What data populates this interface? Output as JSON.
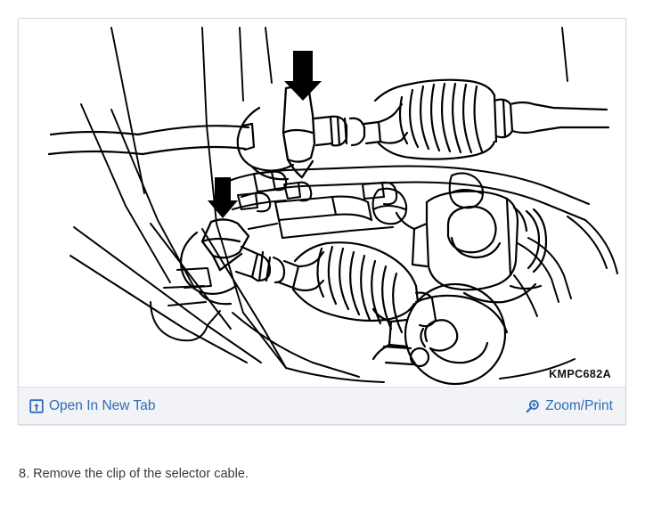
{
  "figure": {
    "diagram_code": "KMPC682A",
    "alt": "Automatic transmission selector cable and clips, exploded service view",
    "colors": {
      "line": "#000000",
      "panel_border": "#d8d8dc",
      "toolbar_bg": "#f2f3f7",
      "toolbar_border": "#dcdde2",
      "link": "#2f6db3",
      "text": "#3a3a3a"
    }
  },
  "toolbar": {
    "open_new_tab_label": "Open In New Tab",
    "open_new_tab_icon": "external-link-icon",
    "zoom_print_label": "Zoom/Print",
    "zoom_print_icon": "magnifier-plus-icon"
  },
  "step": {
    "number": "8.",
    "text": "8. Remove the clip of the selector cable."
  }
}
